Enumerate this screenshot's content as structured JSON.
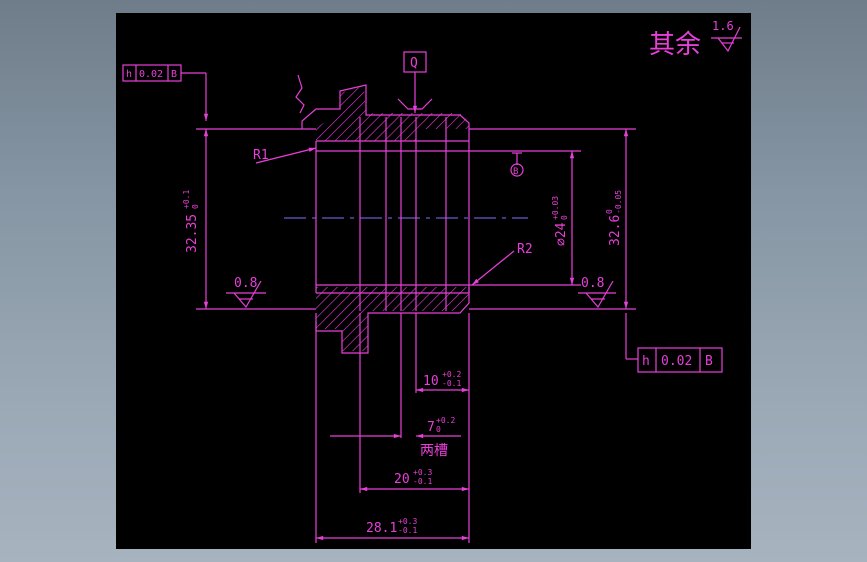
{
  "colors": {
    "background": "#000000",
    "line": "#e83fd8",
    "centerline": "#8b6cff",
    "hatch": "#e83fd8"
  },
  "notes": {
    "other_surfaces": "其余",
    "other_roughness": "1.6",
    "two_grooves": "两槽"
  },
  "datum": {
    "q_label": "Q",
    "b_label": "B"
  },
  "tolerance_frames": {
    "left": {
      "symbol": "h",
      "value": "0.02",
      "datum": "B"
    },
    "right": {
      "symbol": "h",
      "value": "0.02",
      "datum": "B"
    }
  },
  "roughness": {
    "left": "0.8",
    "right": "0.8"
  },
  "radii": {
    "r1": "R1",
    "r2": "R2"
  },
  "dimensions": {
    "d_left": {
      "value": "32.35",
      "upper": "+0.1",
      "lower": "0"
    },
    "d_bore": {
      "value": "⌀24",
      "upper": "+0.03",
      "lower": "0"
    },
    "d_right": {
      "value": "32.6",
      "upper": "0",
      "lower": "-0.05"
    },
    "len_10": {
      "value": "10",
      "upper": "+0.2",
      "lower": "-0.1"
    },
    "len_7": {
      "value": "7",
      "upper": "+0.2",
      "lower": "0"
    },
    "len_20": {
      "value": "20",
      "upper": "+0.3",
      "lower": "-0.1"
    },
    "len_28": {
      "value": "28.1",
      "upper": "+0.3",
      "lower": "-0.1"
    }
  }
}
